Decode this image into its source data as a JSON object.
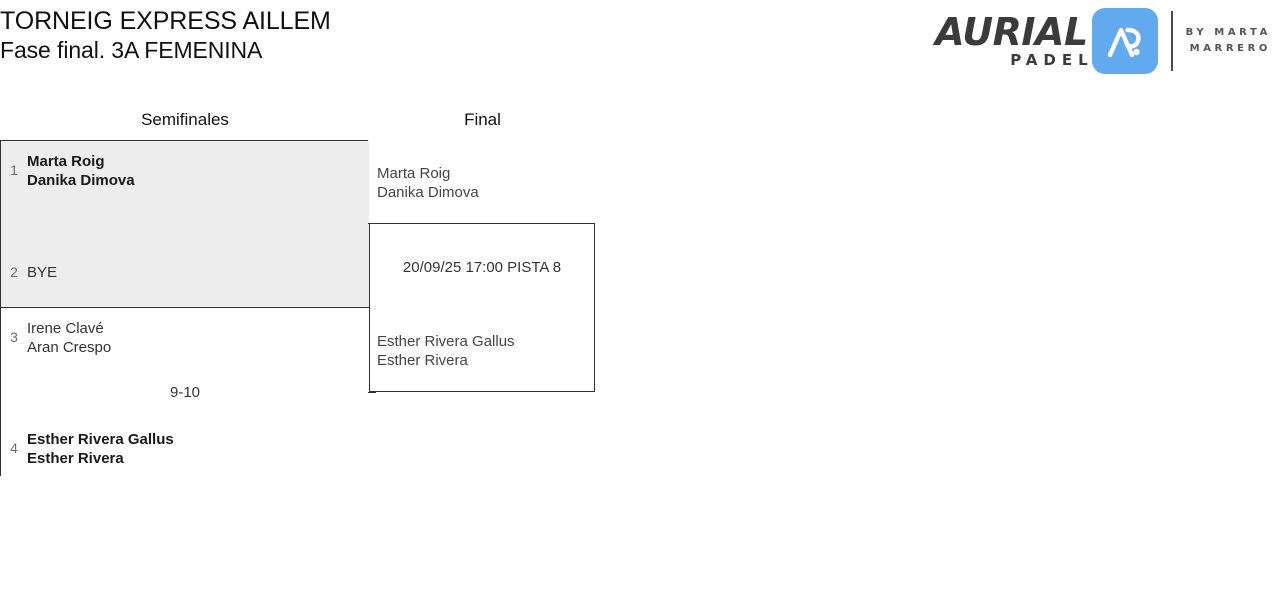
{
  "header": {
    "title_line1": "TORNEIG EXPRESS AILLEM",
    "title_line2": "Fase final. 3A FEMENINA"
  },
  "logo": {
    "wordmark": "AURIAL",
    "subword": "PADEL",
    "mark_alt": "ap-monogram-icon",
    "by_line1": "BY MARTA",
    "by_line2": "MARRERO",
    "mark_color": "#62aaee",
    "word_color": "#3b3b3b"
  },
  "bracket": {
    "rounds": [
      {
        "name": "semifinales",
        "label": "Semifinales"
      },
      {
        "name": "final",
        "label": "Final"
      }
    ],
    "semifinals": {
      "match1": {
        "highlighted": true,
        "slots": [
          {
            "seed": "1",
            "line1": "Marta Roig",
            "line2": "Danika Dimova",
            "status": "winner"
          },
          {
            "seed": "2",
            "line1": "BYE",
            "line2": "",
            "status": "bye"
          }
        ],
        "score": ""
      },
      "match2": {
        "highlighted": false,
        "slots": [
          {
            "seed": "3",
            "line1": "Irene Clavé",
            "line2": "Aran Crespo",
            "status": "loser"
          },
          {
            "seed": "4",
            "line1": "Esther Rivera Gallus",
            "line2": "Esther Rivera",
            "status": "winner"
          }
        ],
        "score": "9-10"
      }
    },
    "final": {
      "team_top": {
        "line1": "Marta Roig",
        "line2": "Danika Dimova"
      },
      "team_bottom": {
        "line1": "Esther Rivera Gallus",
        "line2": "Esther Rivera"
      },
      "schedule": "20/09/25 17:00 PISTA 8"
    }
  },
  "colors": {
    "highlight_row": "#ededed",
    "border": "#323232",
    "text": "#1a1a1a",
    "muted_text": "#6e6e6e"
  }
}
